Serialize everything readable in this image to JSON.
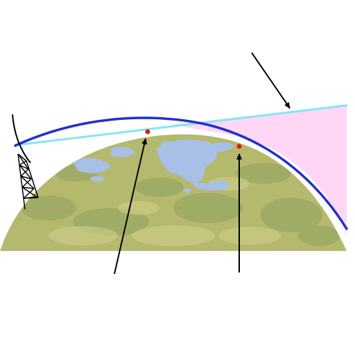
{
  "diagram": {
    "colors": {
      "background": "#ffffff",
      "land": "#b5b96e",
      "land_dark": "#8ea25e",
      "land_light": "#cfcf8a",
      "water": "#a8bfe8",
      "shadow_region": "#ffd6f5",
      "radio_horizon": "#2030cc",
      "optical_line": "#80e8f0",
      "arrow": "#000000",
      "point": "#e01818",
      "antenna": "#000000"
    },
    "elements": {
      "antenna": "radio-mast-icon",
      "earth": "curved-earth-surface",
      "radio_horizon_arc": "refracted-ray-arc",
      "line_of_sight": "straight-tangent-line",
      "shadow_zone": "shaded-zone",
      "points": [
        "red-point-left",
        "red-point-right"
      ],
      "arrows": [
        "arrow-top-right",
        "arrow-bottom-left",
        "arrow-bottom-right"
      ]
    }
  }
}
